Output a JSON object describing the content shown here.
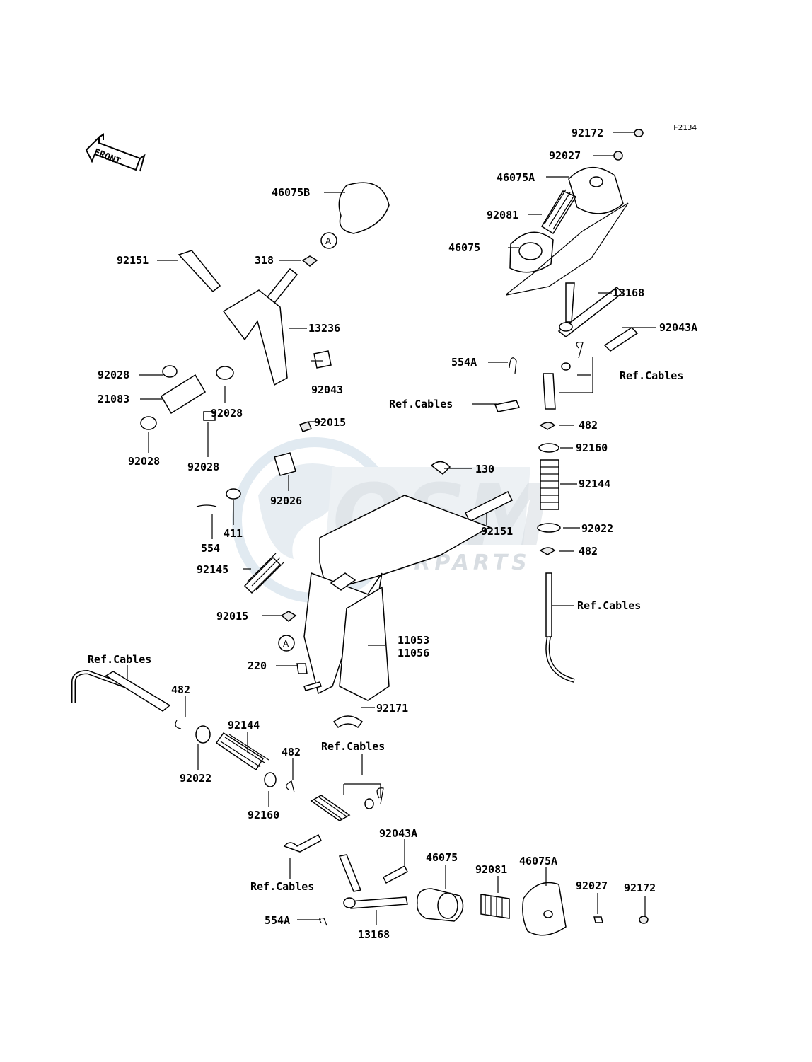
{
  "figure_code": "F2134",
  "front_arrow_text": "FRONT",
  "watermark": {
    "brand": "OSM",
    "sub": "MOTORPARTS"
  },
  "ref_marker": "A",
  "labels": {
    "p92172_top": "92172",
    "p92027_top": "92027",
    "p46075A_top": "46075A",
    "p92081_top": "92081",
    "p46075_top": "46075",
    "p13168_top": "13168",
    "p92043A_top": "92043A",
    "p554A_top": "554A",
    "refcables_top_right": "Ref.Cables",
    "refcables_top_mid": "Ref.Cables",
    "p482_r1": "482",
    "p92160_r": "92160",
    "p92144_r": "92144",
    "p92022_r": "92022",
    "p482_r2": "482",
    "refcables_right_cable": "Ref.Cables",
    "p46075B": "46075B",
    "p92151_top": "92151",
    "p318": "318",
    "p13236": "13236",
    "p92043": "92043",
    "p92028_a": "92028",
    "p21083": "21083",
    "p92028_b": "92028",
    "p92015_top": "92015",
    "p92028_c": "92028",
    "p92028_d": "92028",
    "p92026": "92026",
    "p130": "130",
    "p92151_mid": "92151",
    "p411": "411",
    "p554": "554",
    "p92145": "92145",
    "p92015_mid": "92015",
    "p11053": "11053",
    "p11056": "11056",
    "p220": "220",
    "p92171": "92171",
    "refcables_left": "Ref.Cables",
    "p482_l": "482",
    "p92144_l": "92144",
    "p92022_l": "92022",
    "p482_b": "482",
    "refcables_bottom_mid": "Ref.Cables",
    "p92160_l": "92160",
    "p92043A_b": "92043A",
    "p46075_b": "46075",
    "p92081_b": "92081",
    "p46075A_b": "46075A",
    "p92027_b": "92027",
    "p92172_b": "92172",
    "refcables_bottom_left": "Ref.Cables",
    "p554A_b": "554A",
    "p13168_b": "13168"
  }
}
